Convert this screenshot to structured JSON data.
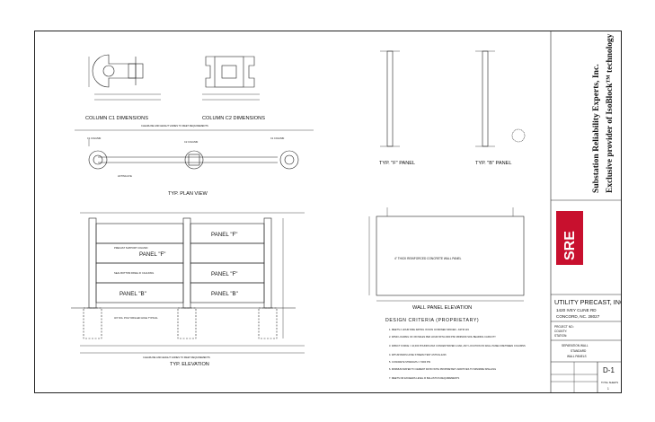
{
  "drawing": {
    "column_c1_title": "COLUMN C1 DIMENSIONS",
    "column_c2_title": "COLUMN C2 DIMENSIONS",
    "plan_title": "TYP. PLAN VIEW",
    "elevation_title": "TYP. ELEVATION",
    "panel_f_title": "TYP. \"F\" PANEL",
    "panel_b_title": "TYP. \"B\" PANEL",
    "wall_elev_title": "WALL PANEL ELEVATION",
    "wall_panel_note": "4\" THICK REINFORCED CONCRETE WALL PANEL",
    "panel_f_label": "PANEL \"F\"",
    "panel_b_label": "PANEL \"B\"",
    "column_labels": [
      "C1 COLUMN",
      "C2 COLUMN",
      "C1 COLUMN"
    ],
    "elev_dim_note": "CLEARLINE AND HEIGHT VARIES TO MEET REQUIREMENTS",
    "precast_note": "PRECAST SUPPORT COLUMN",
    "seal_note": "SEAL BOTTOM PANEL IF CAULKING",
    "lifting_note": "LIFTING EYE",
    "drilled_hole_note": "3/4\" DIA. POLY DRILLED HOLE TYPICAL"
  },
  "design_criteria": {
    "heading": "DESIGN CRITERIA (PROPRIETARY)",
    "items": [
      "1.  MEETS 2 HOUR FIRE RATING IN NON CONFINED SPACED - ASTM 119",
      "2.  WIND LOADING OF 150 MILES PER HOUR WITH 2000 PSF MINIMUM SOIL BEARING CAPACITY",
      "3.  IMPACT FORCE = 10,000 POUNDS MAX CONCENTRATED LOAD, ANY LOCATION ON WALL PANELS BETWEEN COLUMNS",
      "4.  WITHSTANDS HOSE STREAM TEST ASTM E-2226",
      "5.  CONCRETE STRENGTH = 5000 PSI",
      "6.  MINIMUM WATER TO CEMENT RATIO WITH PROPRIETARY ADDITIVES TO MINIMIZE SPALLING",
      "7.  MEETS OR EXCEEDS LEVEL III BALLISTICS REQUIREMENTS"
    ]
  },
  "title_block": {
    "company_line1": "Substation Reliability Experts, Inc.",
    "company_line2": "Exclusive provider of IsoBlock™ technology",
    "logo_text": "SRE",
    "precaster": "UTILITY PRECAST, INC.",
    "address1": "1420 IVEY CLINE RD",
    "address2": "CONCORD, NC.   28027",
    "project_no": "PROJECT NO.:",
    "county": "COUNTY:",
    "station": "STATION:",
    "drawing_title1": "SEPARATION WALL",
    "drawing_title2": "STANDARD",
    "drawing_title3": "WALL PANELS",
    "sheet_no": "D-1",
    "total_sheets_label": "TOTAL SHEETS",
    "total_sheets": "1"
  },
  "colors": {
    "line": "#222222",
    "logo_red": "#c8102e"
  }
}
